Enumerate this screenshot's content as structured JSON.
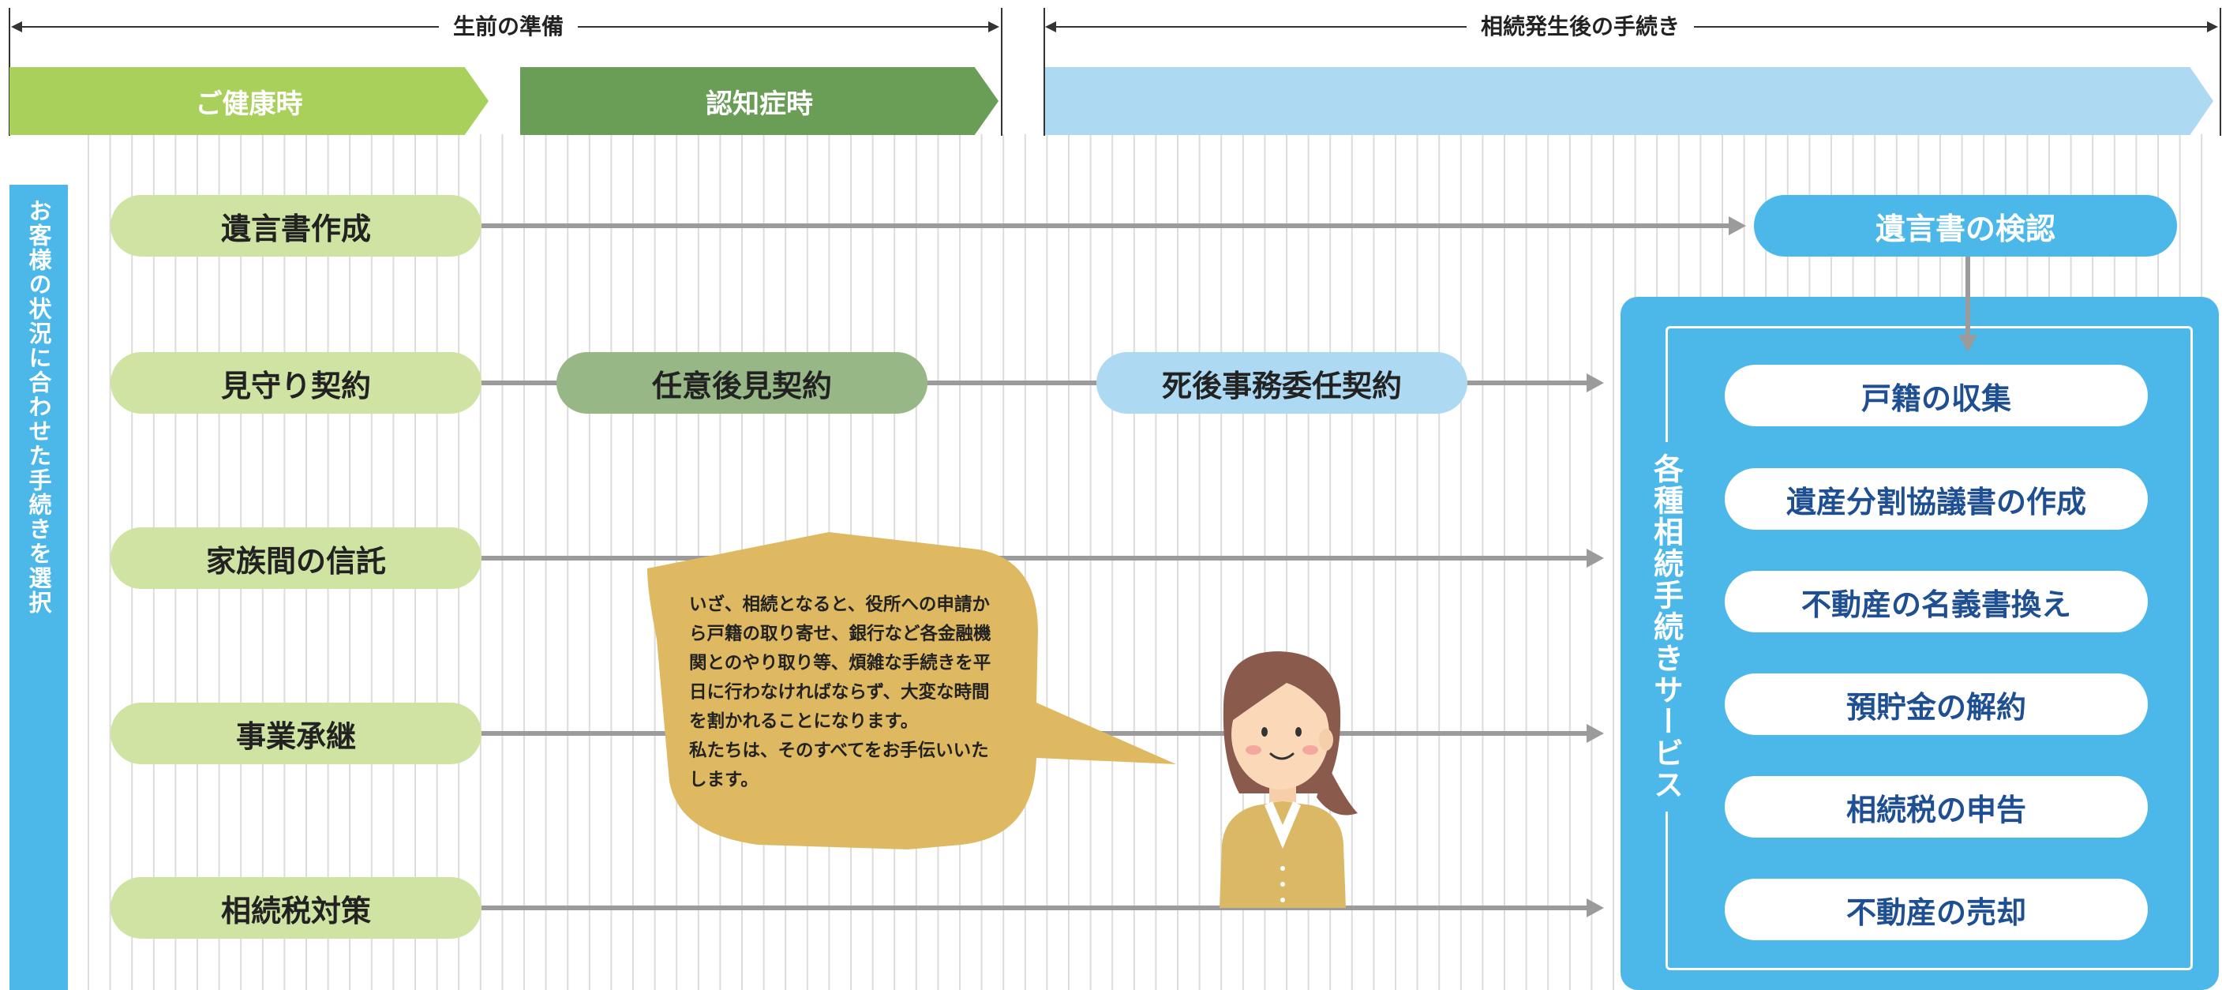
{
  "header": {
    "pre_death_label": "生前の準備",
    "post_death_label": "相続発生後の手続き"
  },
  "phases": {
    "healthy": "ご健康時",
    "dementia": "認知症時",
    "post_death": ""
  },
  "left_bar": {
    "label": "お客様の状況に合わせた手続きを選択"
  },
  "options": {
    "will_creation": "遺言書作成",
    "watch_contract": "見守り契約",
    "voluntary_guardianship": "任意後見契約",
    "posthumous_affairs": "死後事務委任契約",
    "family_trust": "家族間の信託",
    "business_succession": "事業承継",
    "inheritance_tax_planning": "相続税対策"
  },
  "will_probate": "遺言書の検認",
  "services": {
    "title": "各種相続手続きサービス",
    "items": [
      "戸籍の収集",
      "遺産分割協議書の作成",
      "不動産の名義書換え",
      "預貯金の解約",
      "相続税の申告",
      "不動産の売却"
    ]
  },
  "speech_bubble": {
    "paragraph_1": "いざ、相続となると、役所への申請から戸籍の取り寄せ、銀行など各金融機関とのやり取り等、煩雑な手続きを平日に行わなければならず、大変な時間を割かれることになります。",
    "paragraph_2": "私たちは、そのすべてをお手伝いいたします。"
  },
  "colors": {
    "healthy_phase": "#a8d05a",
    "dementia_phase": "#6a9e57",
    "post_death_phase": "#aed9f2",
    "accent_blue": "#4bb8e9",
    "pill_green": "#cfe3a3",
    "pill_dark_green": "#97b886",
    "pill_light_blue": "#aed9f2",
    "service_text": "#1e4f93",
    "bubble": "#deb962",
    "connector": "#9b9b9b"
  }
}
